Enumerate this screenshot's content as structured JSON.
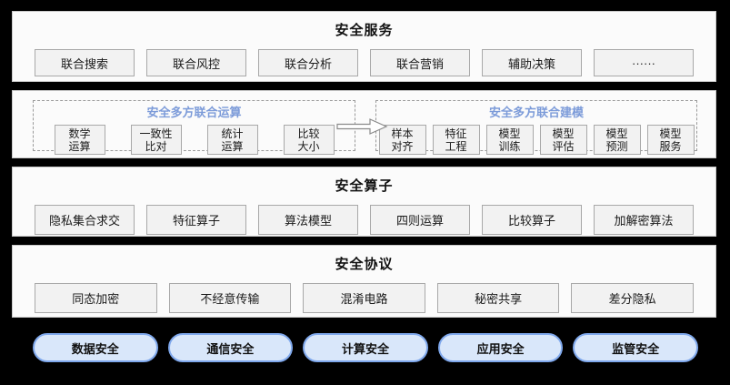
{
  "layer_services": {
    "title": "安全服务",
    "items": [
      "联合搜索",
      "联合风控",
      "联合分析",
      "联合营销",
      "辅助决策",
      "······"
    ]
  },
  "layer_compute": {
    "left_group": {
      "title": "安全多方联合运算",
      "items": [
        "数学\n运算",
        "一致性\n比对",
        "统计\n运算",
        "比较\n大小"
      ]
    },
    "right_group": {
      "title": "安全多方联合建模",
      "items": [
        "样本\n对齐",
        "特征\n工程",
        "模型\n训练",
        "模型\n评估",
        "模型\n预测",
        "模型\n服务"
      ]
    },
    "arrow_icon": "right-block-arrow"
  },
  "layer_operators": {
    "title": "安全算子",
    "items": [
      "隐私集合求交",
      "特征算子",
      "算法模型",
      "四则运算",
      "比较算子",
      "加解密算法"
    ]
  },
  "layer_protocols": {
    "title": "安全协议",
    "items": [
      "同态加密",
      "不经意传输",
      "混淆电路",
      "秘密共享",
      "差分隐私"
    ]
  },
  "pills": {
    "items": [
      "数据安全",
      "通信安全",
      "计算安全",
      "应用安全",
      "监管安全"
    ]
  },
  "colors": {
    "background": "#000000",
    "panel_bg": "#FBFBFB",
    "panel_border": "#C9C9C9",
    "box_fill": "#F2F2F2",
    "box_border": "#A8A8A8",
    "accent_blue_text": "#7C9BD9",
    "pill_fill": "#D9E7FA",
    "pill_border": "#7FA8EC"
  }
}
